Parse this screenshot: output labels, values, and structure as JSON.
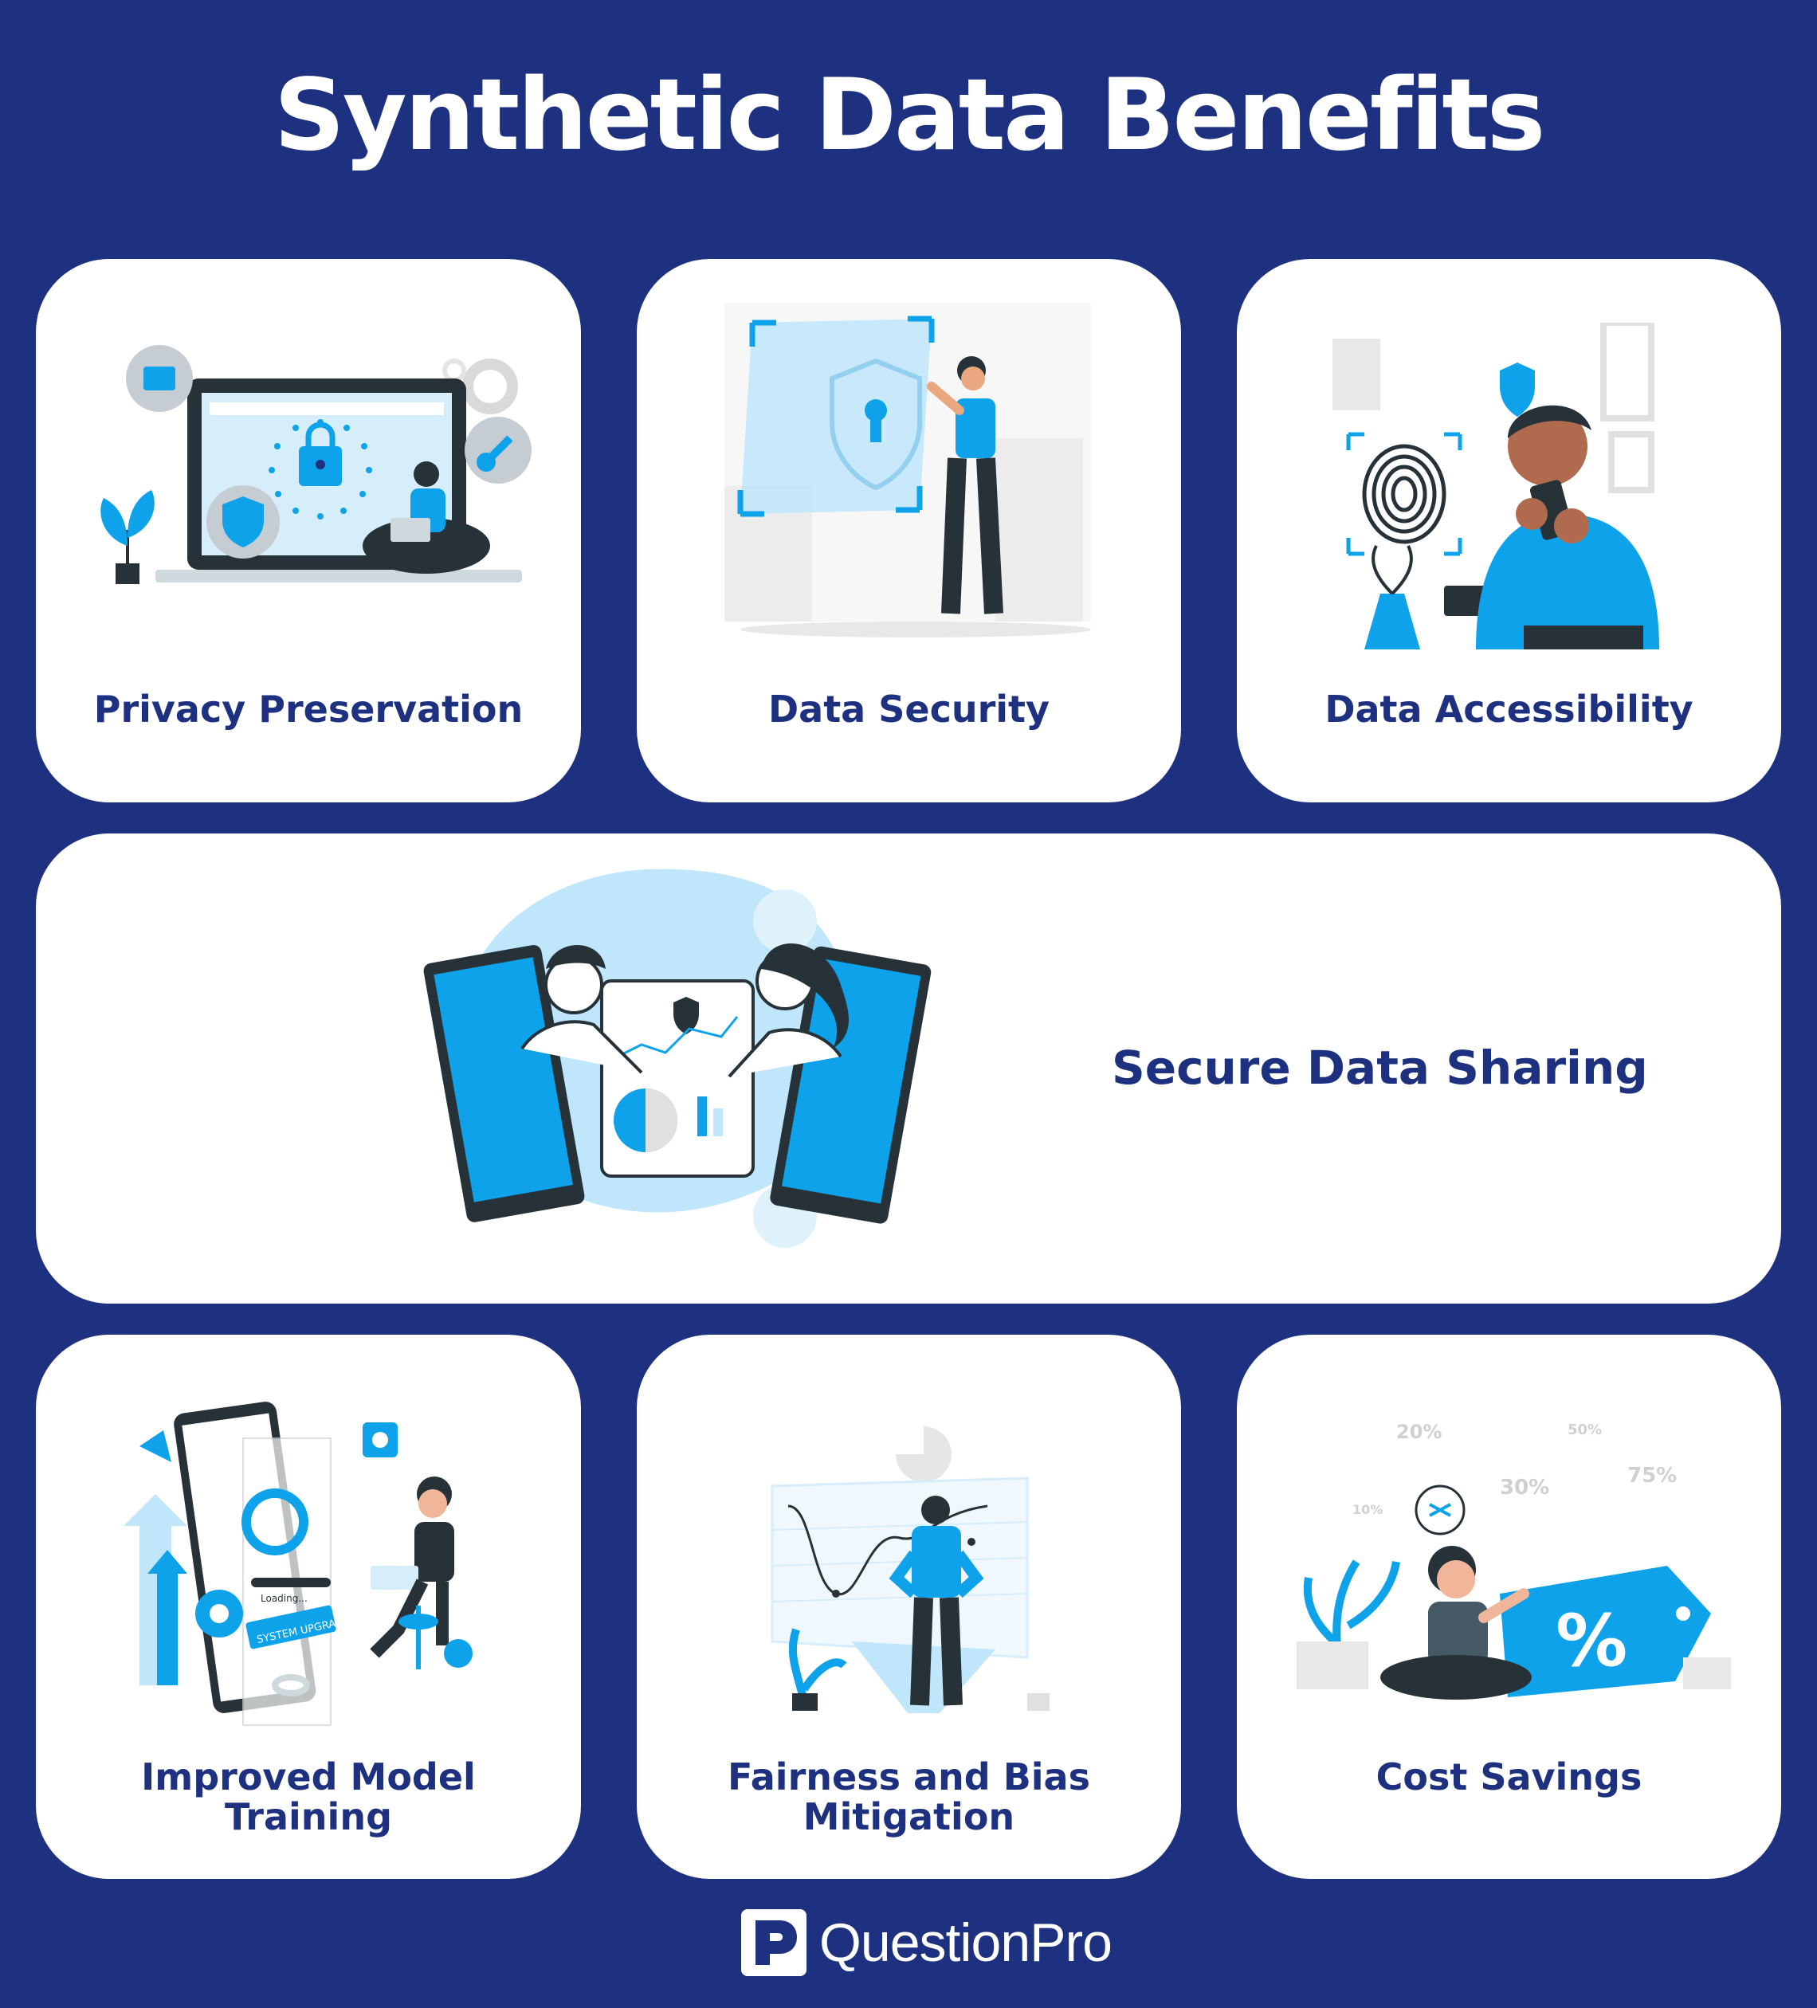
{
  "title": "Synthetic Data Benefits",
  "cards": {
    "privacy": {
      "label": "Privacy Preservation",
      "icon": "privacy-laptop-lock-icon"
    },
    "security": {
      "label": "Data Security",
      "icon": "shield-keyhole-icon"
    },
    "accessibility": {
      "label": "Data Accessibility",
      "icon": "fingerprint-phone-icon"
    },
    "sharing": {
      "label": "Secure Data Sharing",
      "icon": "phones-sharing-document-icon"
    },
    "training": {
      "label_line1": "Improved Model",
      "label_line2": "Training",
      "icon": "system-upgrade-icon"
    },
    "fairness": {
      "label_line1": "Fairness and Bias",
      "label_line2": "Mitigation",
      "icon": "person-viewing-chart-icon"
    },
    "cost": {
      "label": "Cost Savings",
      "icon": "percent-price-tag-icon",
      "illus_text": {
        "p20": "20%",
        "p30": "30%",
        "p50": "50%",
        "p75": "75%",
        "p10": "10%",
        "pct": "%",
        "loading": "Loading...",
        "upgrade": "SYSTEM UPGRADE"
      }
    }
  },
  "brand": {
    "name": "QuestionPro"
  },
  "colors": {
    "background": "#1e3180",
    "card": "#ffffff",
    "accent": "#0da2ea",
    "light": "#bfe6fb",
    "text": "#1e3180"
  }
}
